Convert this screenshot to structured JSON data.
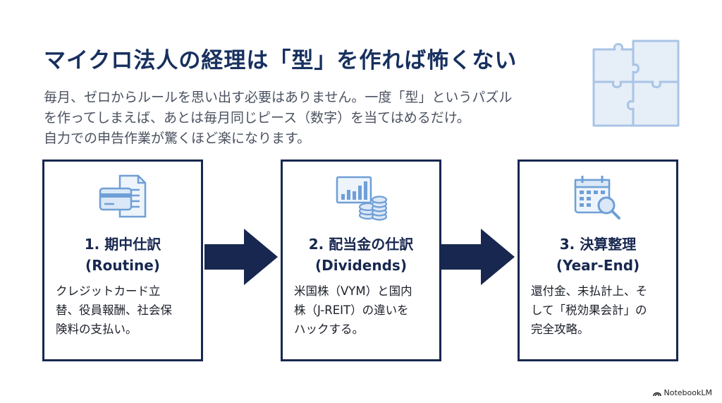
{
  "title": "マイクロ法人の経理は「型」を作れば怖くない",
  "description": [
    "毎月、ゼロからルールを思い出す必要はありません。一度「型」というパズル",
    "を作ってしまえば、あとは毎月同じピース（数字）を当てはめるだけ。",
    "自力での申告作業が驚くほど楽になります。"
  ],
  "steps": [
    {
      "icon": "credit-card-document-icon",
      "heading_line1": "1. 期中仕訳",
      "heading_line2": "(Routine)",
      "body": [
        "クレジットカード立",
        "替、役員報酬、社会保",
        "険料の支払い。"
      ]
    },
    {
      "icon": "chart-coins-icon",
      "heading_line1": "2. 配当金の仕訳",
      "heading_line2": "(Dividends)",
      "body": [
        "米国株（VYM）と国内",
        "株（J-REIT）の違いを",
        "ハックする。"
      ]
    },
    {
      "icon": "calendar-magnifier-icon",
      "heading_line1": "3. 決算整理",
      "heading_line2": "(Year-End)",
      "body": [
        "還付金、未払計上、そ",
        "して「税効果会計」の",
        "完全攻略。"
      ]
    }
  ],
  "footer": {
    "brand": "NotebookLM"
  },
  "colors": {
    "navy": "#17274f",
    "icon_blue": "#6f9fd6",
    "icon_fill": "#dbe8f7"
  }
}
